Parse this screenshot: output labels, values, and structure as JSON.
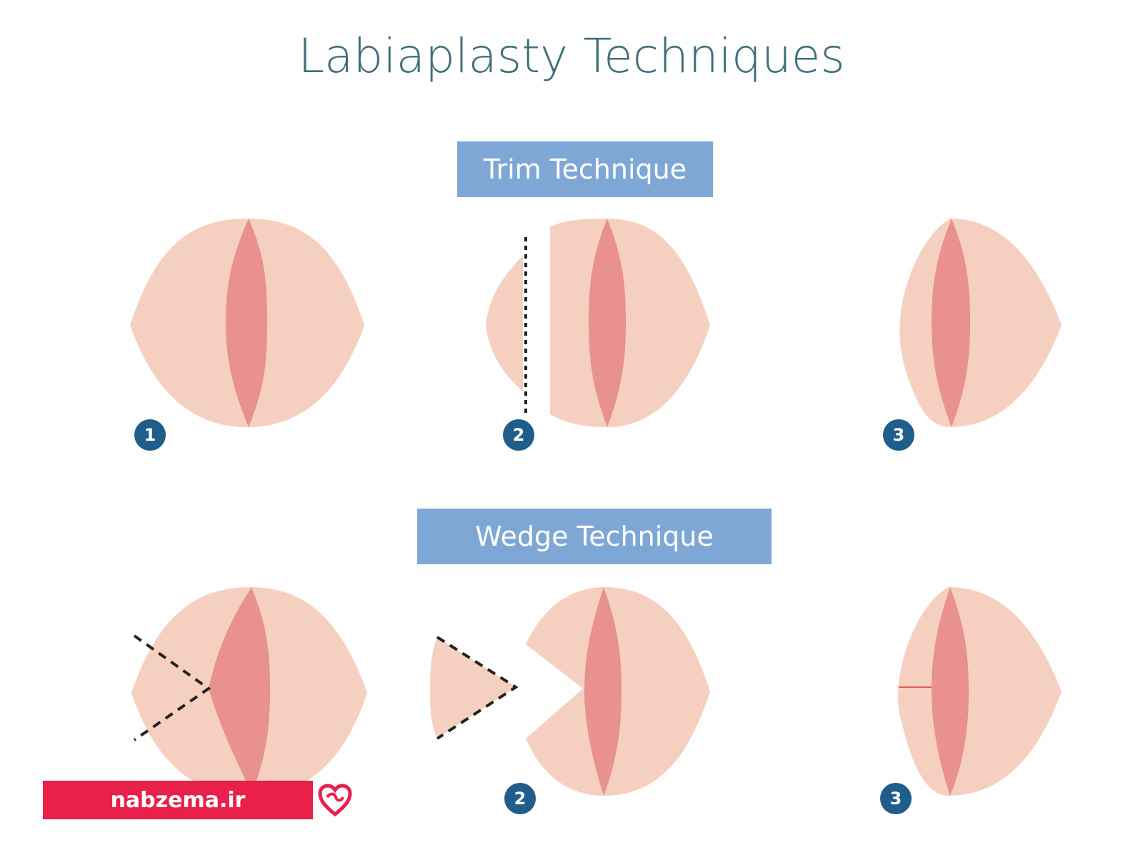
{
  "title": "Labiaplasty Techniques",
  "colors": {
    "outer": "#f5d0c0",
    "inner": "#e8918e",
    "label_bg": "#7ea7d6",
    "badge": "#1f5d8a",
    "title": "#3f6e7a",
    "watermark_bg": "#e8204a",
    "cut_line": "#222222"
  },
  "sections": [
    {
      "label": "Trim Technique",
      "steps": [
        "1",
        "2",
        "3"
      ]
    },
    {
      "label": "Wedge Technique",
      "steps": [
        "2",
        "3"
      ]
    }
  ],
  "watermark": {
    "text": "nabzema.ir",
    "logo_icon": "heart-pulse-icon"
  }
}
